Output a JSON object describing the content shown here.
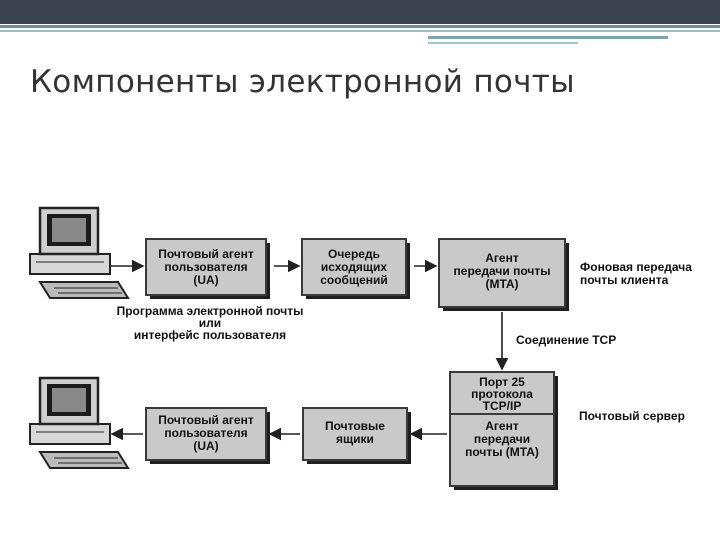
{
  "slide": {
    "title": "Компоненты электронной почты"
  },
  "diagram": {
    "ua_top": [
      "Почтовый агент",
      "пользователя",
      "(UA)"
    ],
    "queue": [
      "Очередь",
      "исходящих",
      "сообщений"
    ],
    "mta_top": [
      "Агент",
      "передачи почты",
      "(MTA)"
    ],
    "background_label": [
      "Фоновая передача",
      "почты клиента"
    ],
    "program_label": [
      "Программа электронной почты",
      "или",
      "интерфейс пользователя"
    ],
    "tcp_label": "Соединение TCP",
    "port": [
      "Порт 25",
      "протокола",
      "TCP/IP"
    ],
    "mta_bottom": [
      "Агент",
      "передачи",
      "почты (MTA)"
    ],
    "server_label": "Почтовый сервер",
    "mailboxes": [
      "Почтовые",
      "ящики"
    ],
    "ua_bottom": [
      "Почтовый агент",
      "пользователя",
      "(UA)"
    ]
  }
}
